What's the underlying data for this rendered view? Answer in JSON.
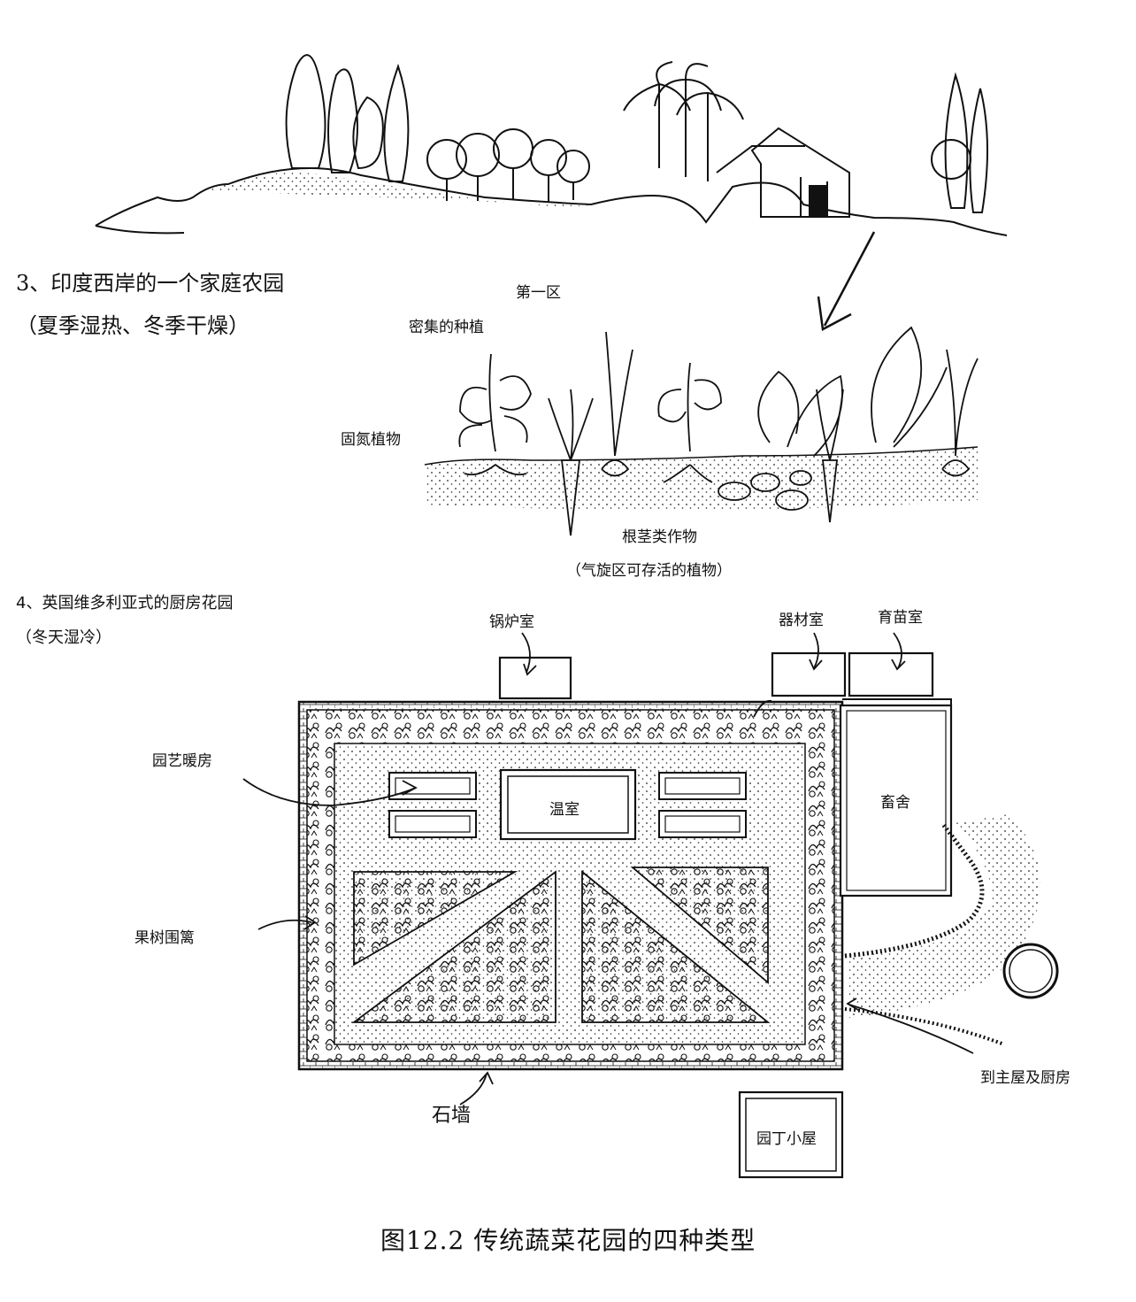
{
  "section3": {
    "title": "3、印度西岸的一个家庭农园",
    "subtitle": "（夏季湿热、冬季干燥）",
    "zone": "第一区",
    "dense_planting": "密集的种植",
    "nitrogen_fixers": "固氮植物",
    "root_crops": "根茎类作物",
    "cyclone_survivors": "（气旋区可存活的植物）"
  },
  "section4": {
    "title": "4、英国维多利亚式的厨房花园",
    "subtitle": "（冬天湿冷）",
    "boiler_room": "锅炉室",
    "equipment_room": "器材室",
    "seedling_room": "育苗室",
    "hot_frames": "园艺暖房",
    "greenhouse": "温室",
    "stable": "畜舍",
    "fruit_hedge": "果树围篱",
    "stone_wall": "石墙",
    "to_house": "到主屋及厨房",
    "gardener_hut": "园丁小屋"
  },
  "caption": "图12.2 传统蔬菜花园的四种类型"
}
